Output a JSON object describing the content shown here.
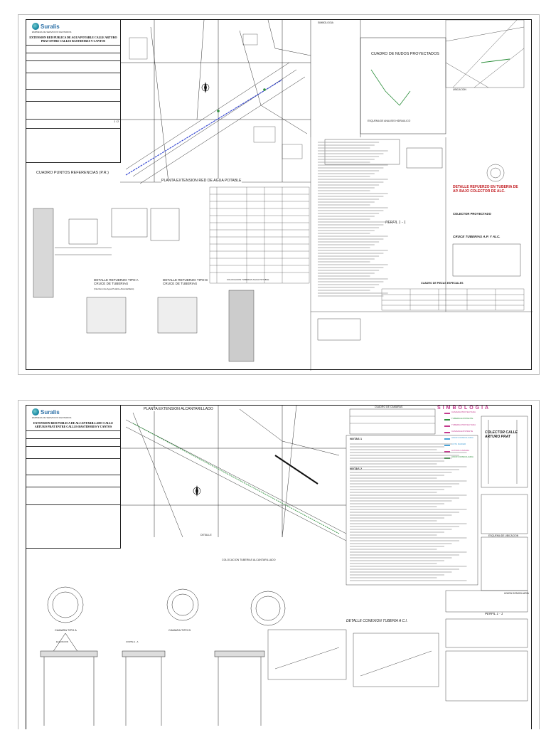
{
  "company": {
    "name": "Suralis",
    "subtitle": "EMPRESA DE SERVICIOS SANITARIOS"
  },
  "sheet1": {
    "project_title": "EXTENSION RED PUBLICA DE AGUA POTABLE CALLE ARTURO PRAT ENTRE CALLES BASTIDORES Y CANTOS",
    "plan_title": "PLANTA EXTENSION RED DE AGUA POTABLE",
    "symbols_title": "SIMBOLOGIA",
    "nodes_title": "CUADRO DE NUDOS PROYECTADOS",
    "hydraulic_scheme_label": "ESQUEMA DE ANALISIS HIDRAULICO",
    "references_title": "CUADRO PUNTOS REFERENCIAS (P.R.)",
    "detail_a_title": "DETALLE REFUERZO TIPO A CRUCE DE TUBERIAS",
    "detail_a_note": "(Interferencia Agua Potable-Alcantarillado)",
    "detail_b_title": "DETALLE REFUERZO TIPO B CRUCE DE TUBERIAS",
    "pipe_placement_title": "COLOCACION TUBERIAS AGUA POTABLE",
    "detail_reinforce_title": "DETALLE REFUERZO EN TUBERIA DE AP. BAJO COLECTOR DE ALC.",
    "profile_label": "PERFIL 1 - 1",
    "crossing_label": "CRUCE TUBERIAS A.P. Y ALC.",
    "special_parts_title": "CUADRO DE PIEZAS ESPECIALES",
    "collector_label": "COLECTOR PROYECTADO",
    "location_label": "UBICACION",
    "sheet_number": "1",
    "sheet_total": "2"
  },
  "sheet2": {
    "project_title": "EXTENSION RED PUBLICA DE ALCANTARILLADO CALLE ARTURO PRAT ENTRE CALLES BASTIDORES Y CANTOS",
    "plan_title": "PLANTA EXTENSION ALCANTARILLADO",
    "chambers_table_title": "CUADRO DE CAMARAS",
    "note1_title": "NOTAS 1",
    "note2_title": "NOTAS 2",
    "symbols_title": "SIMBOLOGIA",
    "symbols": [
      {
        "label": "CAMARA PROYECTADA",
        "color": "#c43a8e"
      },
      {
        "label": "TUBERIA EXISTENTE",
        "color": "#2d8f3c"
      },
      {
        "label": "TUBERIA PROYECTADA",
        "color": "#c43a8e"
      },
      {
        "label": "CAMARA EXISTENTE",
        "color": "#c43a8e"
      },
      {
        "label": "UNION DOMICILIARIA",
        "color": "#4aa3d8"
      },
      {
        "label": "COTA RADIER",
        "color": "#4aa3d8"
      },
      {
        "label": "ALTURA CAMARA",
        "color": "#c43a8e"
      },
      {
        "label": "UNION DOMICILIARIA",
        "color": "#2d8f3c"
      }
    ],
    "collector_label": "COLECTOR CALLE ARTURO PRAT",
    "placement_title": "COLOCACION TUBERIAS ALCANTARILLADO",
    "connection_title": "DETALLE CONEXION TUBERIA A C.I.",
    "camera_a_title": "CAMARA TIPO A",
    "camera_b_title": "CAMARA TIPO B",
    "elevation_label": "ELEVACION",
    "section_label": "CORTE A - A",
    "union_label": "UNION DOMICILIARIA",
    "scheme_label": "ESQUEMA DE UBICACION",
    "profile_label": "PERFIL 1 - 1",
    "detail_label": "DETALLE"
  },
  "colors": {
    "frame": "#111111",
    "pipe_blue": "#2c3fd0",
    "green": "#2d8f3c",
    "red": "#c0171c",
    "magenta": "#c43a8e",
    "cyan": "#4aa3d8"
  }
}
